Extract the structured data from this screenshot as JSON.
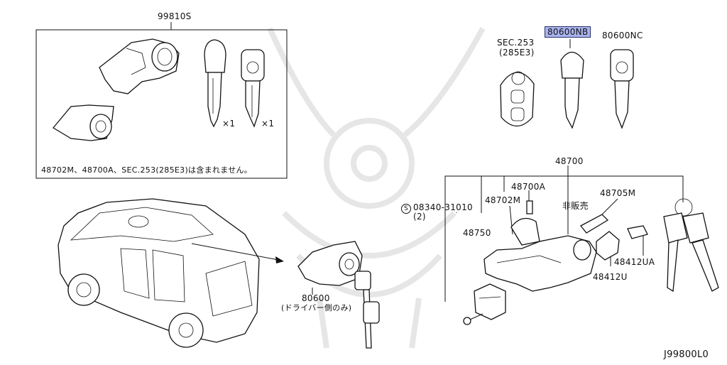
{
  "diagram": {
    "kit": {
      "part_number": "99810S",
      "qty_key_left": "×1",
      "qty_key_right": "×1",
      "note": "48702M、48700A、SEC.253(285E3)は含まれません。"
    },
    "top_right": {
      "section_ref": "SEC.253",
      "section_sub": "(285E3)",
      "highlighted_part": "80600NB",
      "key_nc": "80600NC"
    },
    "assembly": {
      "main": "48700",
      "p_48700A": "48700A",
      "p_48702M": "48702M",
      "not_sold": "非販売",
      "p_48705M": "48705M",
      "bolt": "08340-31010",
      "bolt_symbol": "S",
      "bolt_qty": "(2)",
      "p_48750": "48750",
      "p_48412UA": "48412UA",
      "p_48412U": "48412U"
    },
    "door": {
      "part_number": "80600",
      "note": "(ドライバー側のみ)"
    },
    "diagram_id": "J99800L0"
  },
  "colors": {
    "highlight": "#a9b4ee",
    "line": "#111111",
    "watermark": "#e6e6e6"
  }
}
